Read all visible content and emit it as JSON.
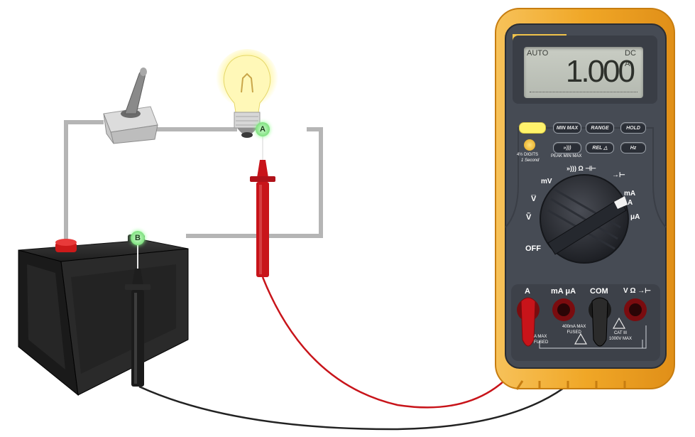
{
  "meter": {
    "reading": "1.000",
    "auto_label": "AUTO",
    "mode_label": "DC",
    "unit_label": "A",
    "buttons": {
      "min_max": "MIN MAX",
      "range": "RANGE",
      "hold": "HOLD",
      "continuity": "»)))",
      "rel": "REL △",
      "hz": "Hz"
    },
    "digits_label": "4½ DIGITS",
    "digits_sub": "1 Second",
    "peak_label": "PEAK MIN MAX",
    "dial": {
      "off": "OFF",
      "v_ac": "Ṽ",
      "v_dc": "V̅",
      "mv": "mV",
      "ohm": "»))) Ω ⊣⊢",
      "diode": "→⊢",
      "ma_a": "mA",
      "a": "A",
      "ua": "μA"
    },
    "jacks": {
      "a": "A",
      "ma_ua": "mA μA",
      "com": "COM",
      "v_ohm": "V Ω →⊢"
    },
    "fuse_left": "A MAX\nFUSED",
    "fuse_mid": "400mA MAX\nFUSED",
    "cat": "CAT III\n1000V MAX",
    "selected_position": "mA A"
  },
  "circuit": {
    "probe_a_label": "A",
    "probe_b_label": "B",
    "lamp_state": "on"
  },
  "colors": {
    "meter_case": "#f0a727",
    "meter_face": "#464b54",
    "red_lead": "#c8141a",
    "black_lead": "#222222",
    "wire": "#b5b5b5",
    "probe_tag": "#7ee07e"
  }
}
